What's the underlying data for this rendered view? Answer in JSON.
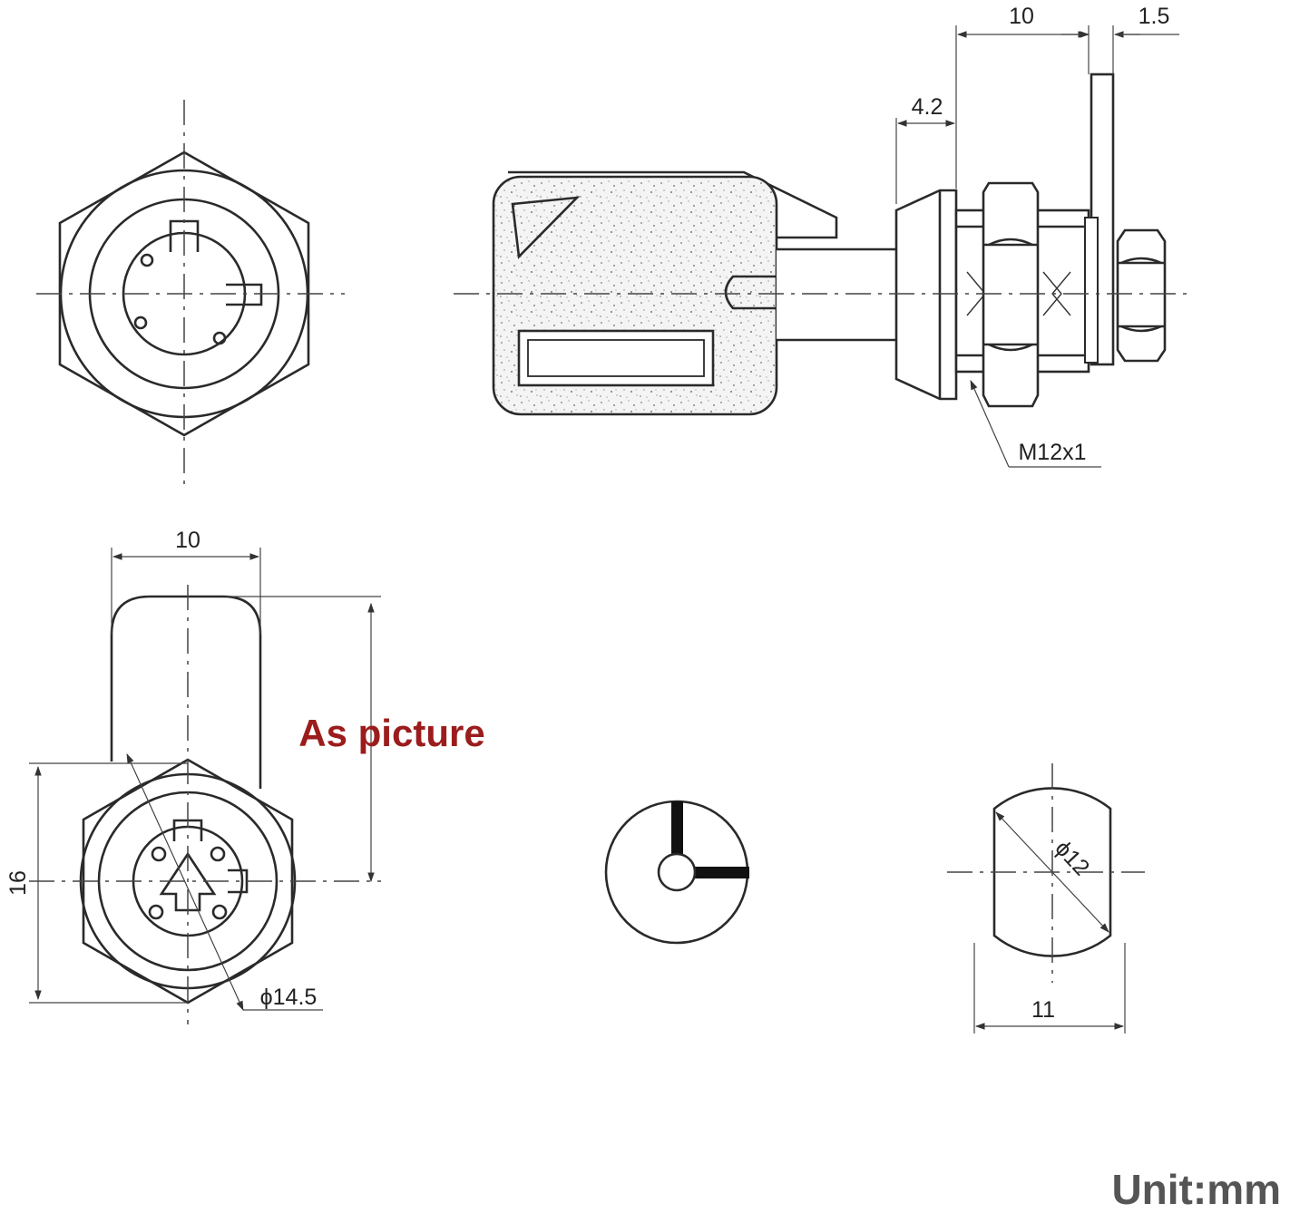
{
  "dimensions": {
    "side_cam_length": "10",
    "side_cam_thickness": "1.5",
    "side_head_depth": "4.2",
    "thread": "M12x1",
    "cam_width": "10",
    "body_height": "16",
    "head_diameter": "ϕ14.5",
    "cut_diameter": "ϕ12",
    "cut_width": "11"
  },
  "notes": {
    "cam_note": "As picture",
    "unit": "Unit:mm"
  },
  "colors": {
    "line": "#2a2a2a",
    "note": "#9b1c1c",
    "unit": "#555555"
  }
}
